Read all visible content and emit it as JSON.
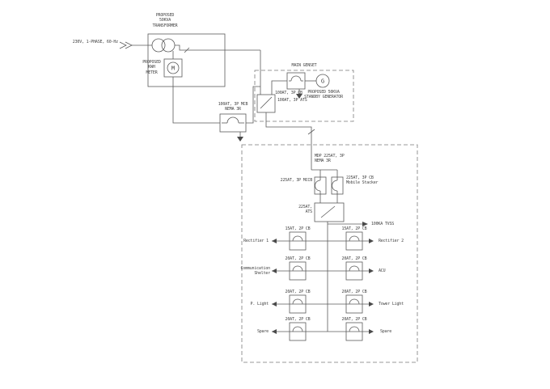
{
  "diagram_type": "electrical-single-line-diagram",
  "colors": {
    "line": "#5a5a5a",
    "background": "#ffffff",
    "text": "#444444"
  },
  "service": {
    "label": "230V, 1-PHASE, 60-Hz"
  },
  "transformer": {
    "label": "PROPOSED\n50KVA\nTRANSFORMER"
  },
  "meter": {
    "label": "PROPOSED\nKWH\nMETER",
    "symbol": "M"
  },
  "service_breaker": {
    "label": "100AT, 3P MCB\nNEMA 3R"
  },
  "genset": {
    "box_label": "MAIN GENSET",
    "breaker_label": "100AT, 3P CB",
    "generator": {
      "symbol": "G",
      "label": "PROPOSED 50KVA\nSTANDBY GENERATOR"
    },
    "ats_label": "100AT, 3P ATS"
  },
  "mdp": {
    "box_label": "MDP 225AT, 3P\nNEMA 3R",
    "main_breaker_label": "225AT, 3P MCCB",
    "alt_breaker_label": "225AT, 3P CB\nMobile Stacker",
    "ats_label": "225AT,\nATS",
    "tvss_label": "100KA TVSS",
    "branches": [
      {
        "side": "left",
        "breaker": "15AT, 2P CB",
        "load": "Rectifier 1"
      },
      {
        "side": "right",
        "breaker": "15AT, 2P CB",
        "load": "Rectifier 2"
      },
      {
        "side": "left",
        "breaker": "20AT, 2P CB",
        "load": "Communication\nShelter"
      },
      {
        "side": "right",
        "breaker": "20AT, 2P CB",
        "load": "ACU"
      },
      {
        "side": "left",
        "breaker": "20AT, 2P CB",
        "load": "P. Light"
      },
      {
        "side": "right",
        "breaker": "20AT, 2P CB",
        "load": "Tower Light"
      },
      {
        "side": "left",
        "breaker": "20AT, 2P CB",
        "load": "Spare"
      },
      {
        "side": "right",
        "breaker": "20AT, 2P CB",
        "load": "Spare"
      }
    ]
  }
}
